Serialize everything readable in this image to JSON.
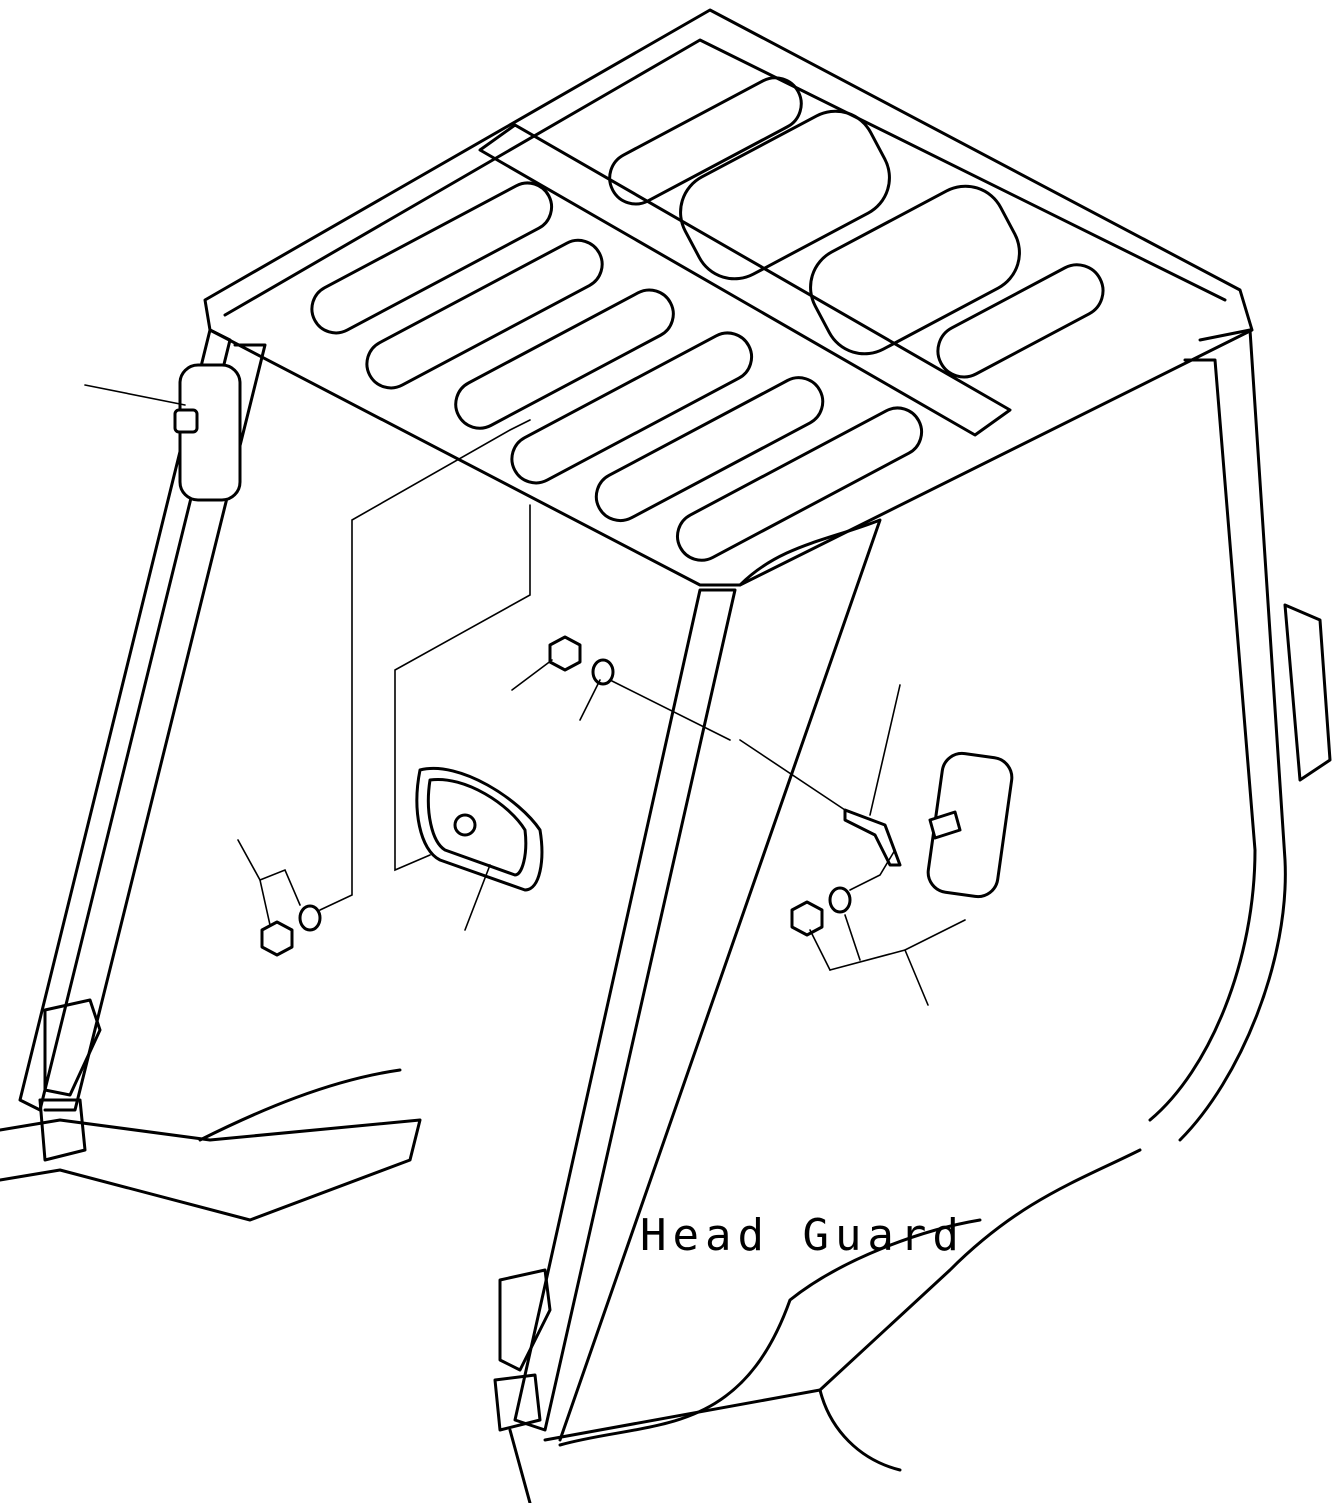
{
  "diagram": {
    "caption": "Head Guard",
    "colors": {
      "line": "#000000",
      "background": "#ffffff"
    },
    "parts": [
      "head-guard-frame",
      "right-mirror",
      "mirror-bracket",
      "left-mirror",
      "nut",
      "washer"
    ]
  }
}
